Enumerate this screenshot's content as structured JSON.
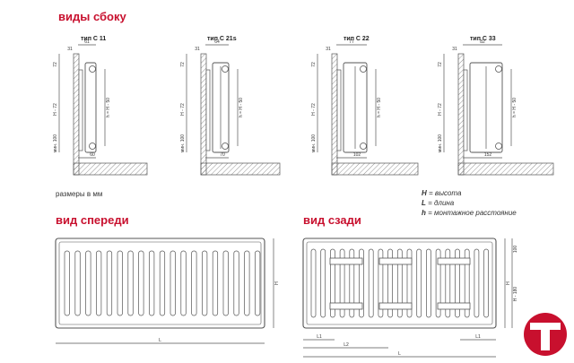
{
  "headings": {
    "side_views": "виды сбоку",
    "front_view": "вид спереди",
    "back_view": "вид сзади"
  },
  "side_views": [
    {
      "type": "тип C 11",
      "top_dim": "61",
      "depth_dim": "60"
    },
    {
      "type": "тип C 21s",
      "top_dim": "64",
      "depth_dim": "70"
    },
    {
      "type": "тип C 22",
      "top_dim": "77",
      "depth_dim": "102"
    },
    {
      "type": "тип C 33",
      "top_dim": "82",
      "depth_dim": "152"
    }
  ],
  "side_labels": {
    "dim_31": "31",
    "dim_72": "72",
    "h_minus_72": "H - 72",
    "h_eq": "h = H - 50",
    "min100": "мин. 100"
  },
  "units_note": "размеры в мм",
  "legend": [
    {
      "sym": "H",
      "text": " = высота"
    },
    {
      "sym": "L",
      "text": " = длина"
    },
    {
      "sym": "h",
      "text": " = монтажное расстояние"
    }
  ],
  "front": {
    "h_label": "H",
    "l_label": "L"
  },
  "back": {
    "dim_100": "100",
    "h_label": "H",
    "h180": "H - 180",
    "l1": "L1",
    "l2": "L2",
    "l": "L"
  },
  "colors": {
    "accent": "#c8102e",
    "line": "#555555"
  }
}
